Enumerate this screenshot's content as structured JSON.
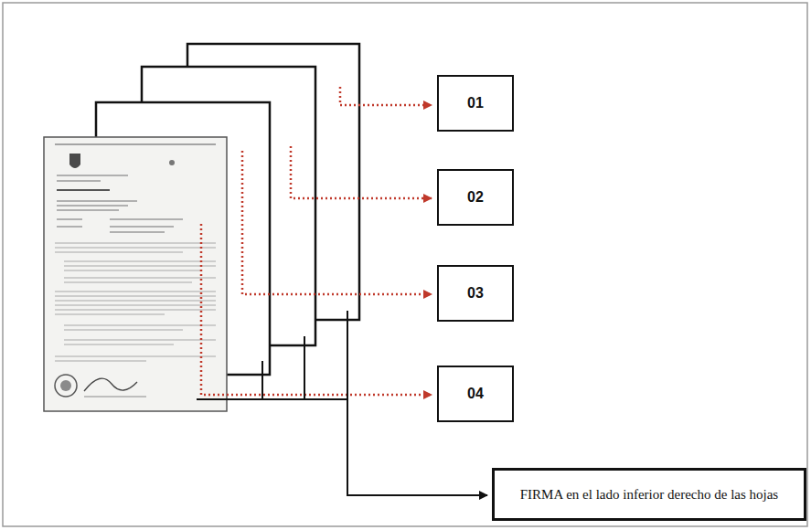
{
  "diagram": {
    "nodes": [
      {
        "text": [
          "01"
        ]
      },
      {
        "text": [
          "02"
        ]
      },
      {
        "text": [
          "03"
        ]
      },
      {
        "text": [
          "04"
        ]
      },
      {
        "text": [
          "FIRMA en el lado inferior derecho de las hojas"
        ]
      }
    ]
  }
}
